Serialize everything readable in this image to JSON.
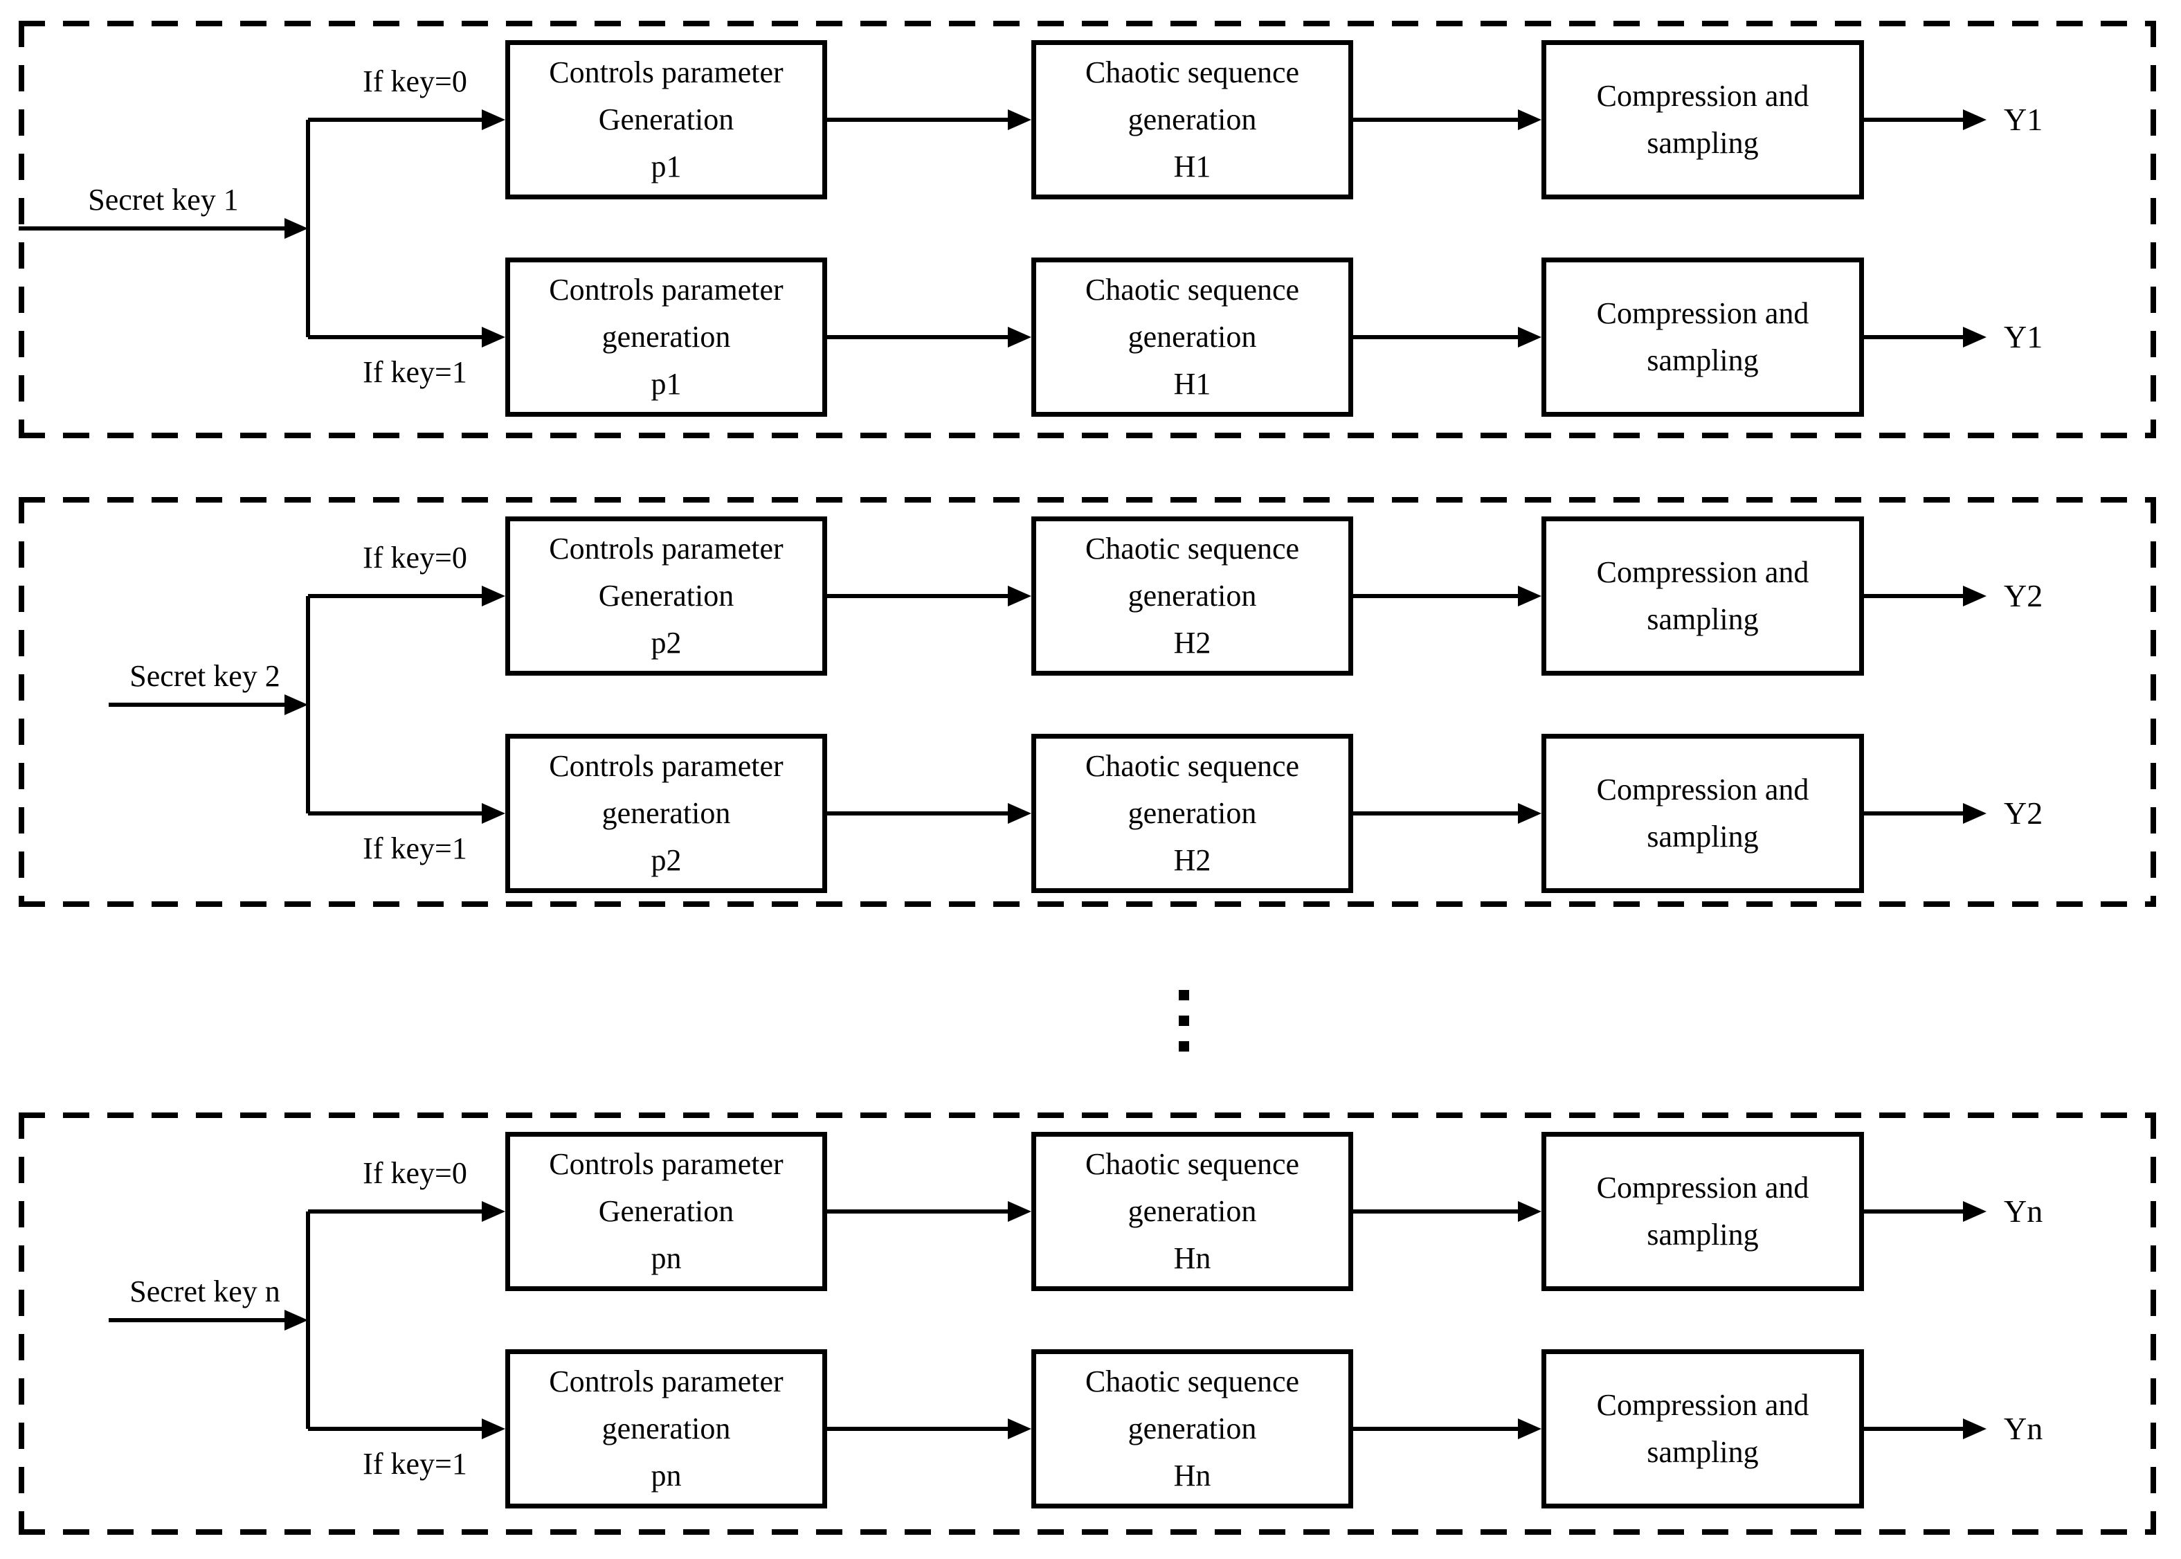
{
  "diagram": {
    "background_color": "#ffffff",
    "line_color": "#000000",
    "ellipsis_icon": "vertical-ellipsis",
    "groups": [
      {
        "input_label": "Secret key 1",
        "branch_top_label": "If key=0",
        "branch_bottom_label": "If key=1",
        "rows": [
          {
            "boxes": [
              {
                "lines": [
                  "Controls parameter",
                  "Generation",
                  "p1"
                ]
              },
              {
                "lines": [
                  "Chaotic sequence",
                  "generation",
                  "H1"
                ]
              },
              {
                "lines": [
                  "Compression and",
                  "sampling"
                ]
              }
            ],
            "output_label": "Y1"
          },
          {
            "boxes": [
              {
                "lines": [
                  "Controls parameter",
                  "generation",
                  "p1"
                ]
              },
              {
                "lines": [
                  "Chaotic sequence",
                  "generation",
                  "H1"
                ]
              },
              {
                "lines": [
                  "Compression and",
                  "sampling"
                ]
              }
            ],
            "output_label": "Y1"
          }
        ]
      },
      {
        "input_label": "Secret key 2",
        "branch_top_label": "If key=0",
        "branch_bottom_label": "If key=1",
        "rows": [
          {
            "boxes": [
              {
                "lines": [
                  "Controls parameter",
                  "Generation",
                  "p2"
                ]
              },
              {
                "lines": [
                  "Chaotic sequence",
                  "generation",
                  "H2"
                ]
              },
              {
                "lines": [
                  "Compression and",
                  "sampling"
                ]
              }
            ],
            "output_label": "Y2"
          },
          {
            "boxes": [
              {
                "lines": [
                  "Controls parameter",
                  "generation",
                  "p2"
                ]
              },
              {
                "lines": [
                  "Chaotic sequence",
                  "generation",
                  "H2"
                ]
              },
              {
                "lines": [
                  "Compression and",
                  "sampling"
                ]
              }
            ],
            "output_label": "Y2"
          }
        ]
      },
      {
        "input_label": "Secret key n",
        "branch_top_label": "If key=0",
        "branch_bottom_label": "If key=1",
        "rows": [
          {
            "boxes": [
              {
                "lines": [
                  "Controls parameter",
                  "Generation",
                  "pn"
                ]
              },
              {
                "lines": [
                  "Chaotic sequence",
                  "generation",
                  "Hn"
                ]
              },
              {
                "lines": [
                  "Compression and",
                  "sampling"
                ]
              }
            ],
            "output_label": "Yn"
          },
          {
            "boxes": [
              {
                "lines": [
                  "Controls parameter",
                  "generation",
                  "pn"
                ]
              },
              {
                "lines": [
                  "Chaotic sequence",
                  "generation",
                  "Hn"
                ]
              },
              {
                "lines": [
                  "Compression and",
                  "sampling"
                ]
              }
            ],
            "output_label": "Yn"
          }
        ]
      }
    ]
  }
}
